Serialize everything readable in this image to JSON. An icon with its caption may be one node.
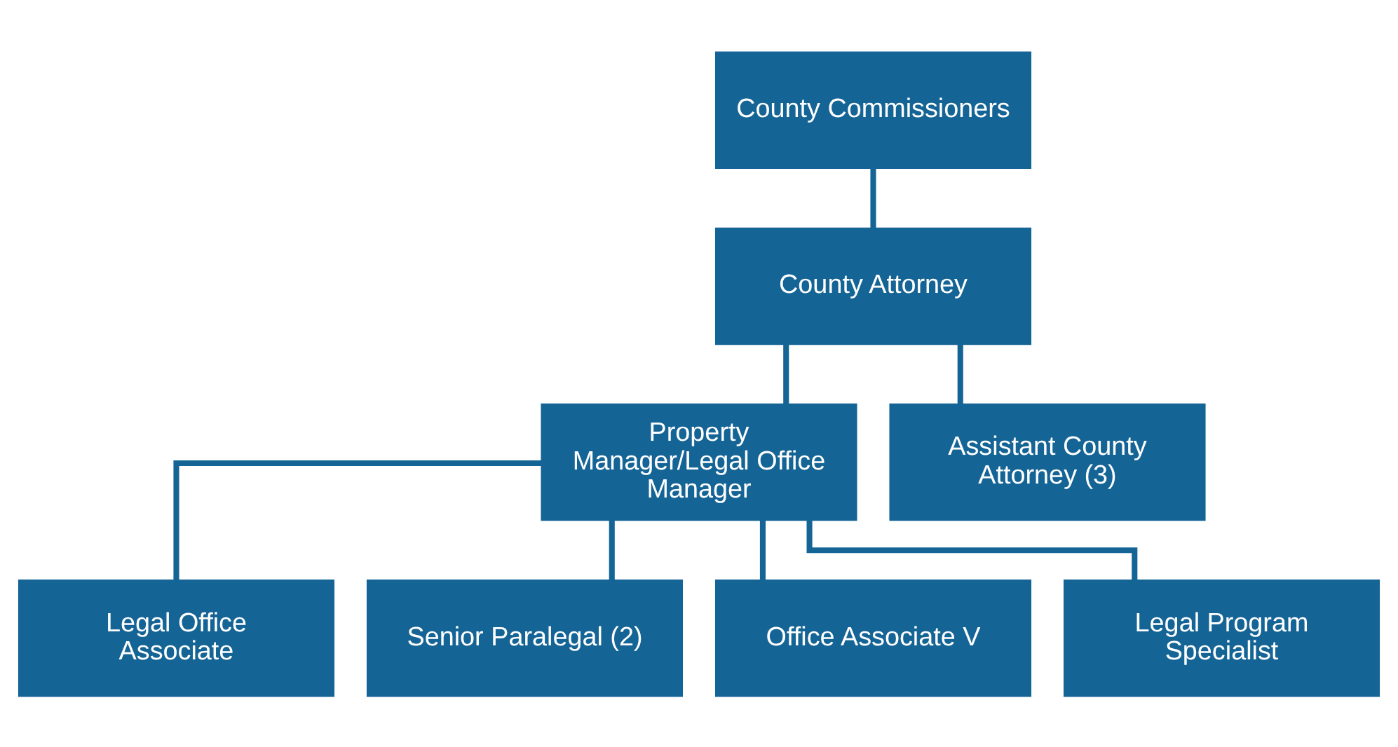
{
  "diagram": {
    "nodes": [
      {
        "text": [
          "County Commissioners"
        ]
      },
      {
        "text": [
          "County Attorney"
        ]
      },
      {
        "text": [
          "Property Manager/Legal Office Manager"
        ]
      },
      {
        "text": [
          "Assistant County Attorney (3)"
        ]
      },
      {
        "text": [
          "Legal Office Associate"
        ]
      },
      {
        "text": [
          "Senior Paralegal (2)"
        ]
      },
      {
        "text": [
          "Office Associate V"
        ]
      },
      {
        "text": [
          "Legal Program Specialist"
        ]
      }
    ],
    "edges": [
      {
        "from": 0,
        "to": 1,
        "arrow": "none"
      },
      {
        "from": 1,
        "to": 2,
        "arrow": "none"
      },
      {
        "from": 1,
        "to": 3,
        "arrow": "none"
      },
      {
        "from": 2,
        "to": 4,
        "arrow": "none"
      },
      {
        "from": 2,
        "to": 5,
        "arrow": "none"
      },
      {
        "from": 2,
        "to": 6,
        "arrow": "none"
      },
      {
        "from": 2,
        "to": 7,
        "arrow": "none"
      }
    ]
  }
}
